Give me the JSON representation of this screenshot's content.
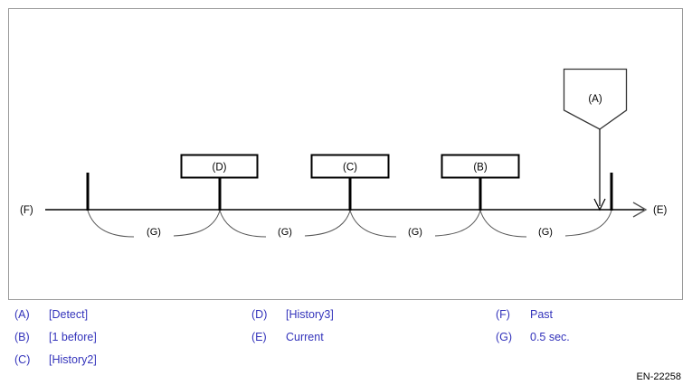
{
  "figure": {
    "code": "EN-22258",
    "timeline": {
      "left_label": "(F)",
      "right_label": "(E)",
      "events": [
        {
          "key": "(D)",
          "boxed": true
        },
        {
          "key": "(C)",
          "boxed": true
        },
        {
          "key": "(B)",
          "boxed": true
        }
      ],
      "callout": {
        "key": "(A)",
        "shape": "pentagon-down"
      },
      "intervals": [
        {
          "key": "(G)"
        },
        {
          "key": "(G)"
        },
        {
          "key": "(G)"
        },
        {
          "key": "(G)"
        }
      ]
    }
  },
  "legend": {
    "columns": [
      {
        "items": [
          {
            "key": "(A)",
            "label": "[Detect]"
          },
          {
            "key": "(B)",
            "label": "[1 before]"
          },
          {
            "key": "(C)",
            "label": "[History2]"
          }
        ]
      },
      {
        "items": [
          {
            "key": "(D)",
            "label": "[History3]"
          },
          {
            "key": "(E)",
            "label": "Current"
          }
        ]
      },
      {
        "items": [
          {
            "key": "(F)",
            "label": "Past"
          },
          {
            "key": "(G)",
            "label": "0.5 sec."
          }
        ]
      }
    ]
  },
  "colors": {
    "legend_text": "#3333bb",
    "frame_border": "#9a9a9a",
    "diagram_line": "#000000",
    "arc_line": "#555555"
  }
}
